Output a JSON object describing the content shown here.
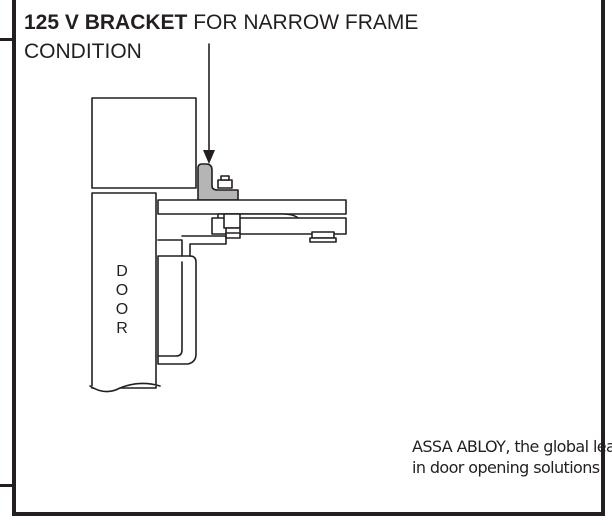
{
  "title": {
    "bold": "125 V BRACKET",
    "rest": " FOR NARROW FRAME CONDITION"
  },
  "door_label": [
    "D",
    "O",
    "O",
    "R"
  ],
  "tagline": {
    "line1": "ASSA ABLOY, the global leader",
    "line2": "in door opening solutions"
  },
  "colors": {
    "ink": "#231f20",
    "bracket_fill": "#b5b5b5"
  }
}
